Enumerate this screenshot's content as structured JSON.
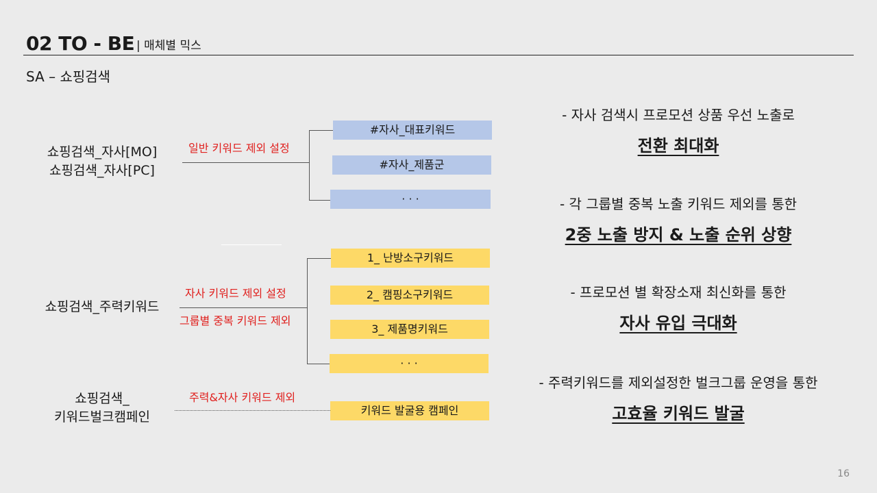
{
  "header": {
    "title": "02 TO - BE",
    "subtitle": "| 매체별 믹스"
  },
  "section_label": "SA – 쇼핑검색",
  "groups": [
    {
      "names": [
        "쇼핑검색_자사[MO]",
        "쇼핑검색_자사[PC]"
      ],
      "rules": [
        "일반 키워드 제외 설정"
      ],
      "boxes": [
        "#자사_대표키워드",
        "#자사_제품군",
        "· · ·"
      ],
      "box_color": "#b5c7e8"
    },
    {
      "names": [
        "쇼핑검색_주력키워드"
      ],
      "rules": [
        "자사 키워드 제외 설정",
        "그룹별 중복 키워드 제외"
      ],
      "boxes": [
        "1_ 난방소구키워드",
        "2_ 캠핑소구키워드",
        "3_ 제품명키워드",
        "· · ·"
      ],
      "box_color": "#fdd967"
    },
    {
      "names": [
        "쇼핑검색_",
        "키워드벌크캠페인"
      ],
      "rules": [
        "주력&자사 키워드 제외"
      ],
      "boxes": [
        "키워드 발굴용 캠페인"
      ],
      "box_color": "#fdd967"
    }
  ],
  "outcomes": [
    {
      "desc": "- 자사 검색시 프로모션 상품 우선 노출로",
      "highlight": "전환 최대화"
    },
    {
      "desc": "- 각 그룹별 중복 노출 키워드 제외를 통한",
      "highlight": "2중 노출 방지  & 노출 순위 상향"
    },
    {
      "desc": "- 프로모션 별 확장소재 최신화를 통한",
      "highlight": "자사 유입 극대화"
    },
    {
      "desc": "- 주력키워드를 제외설정한 벌크그룹 운영을 통한",
      "highlight": "고효율 키워드 발굴"
    }
  ],
  "page_number": "16",
  "colors": {
    "accent_red": "#e0201e",
    "blue_box": "#b5c7e8",
    "yellow_box": "#fdd967",
    "background": "#ebebeb"
  }
}
